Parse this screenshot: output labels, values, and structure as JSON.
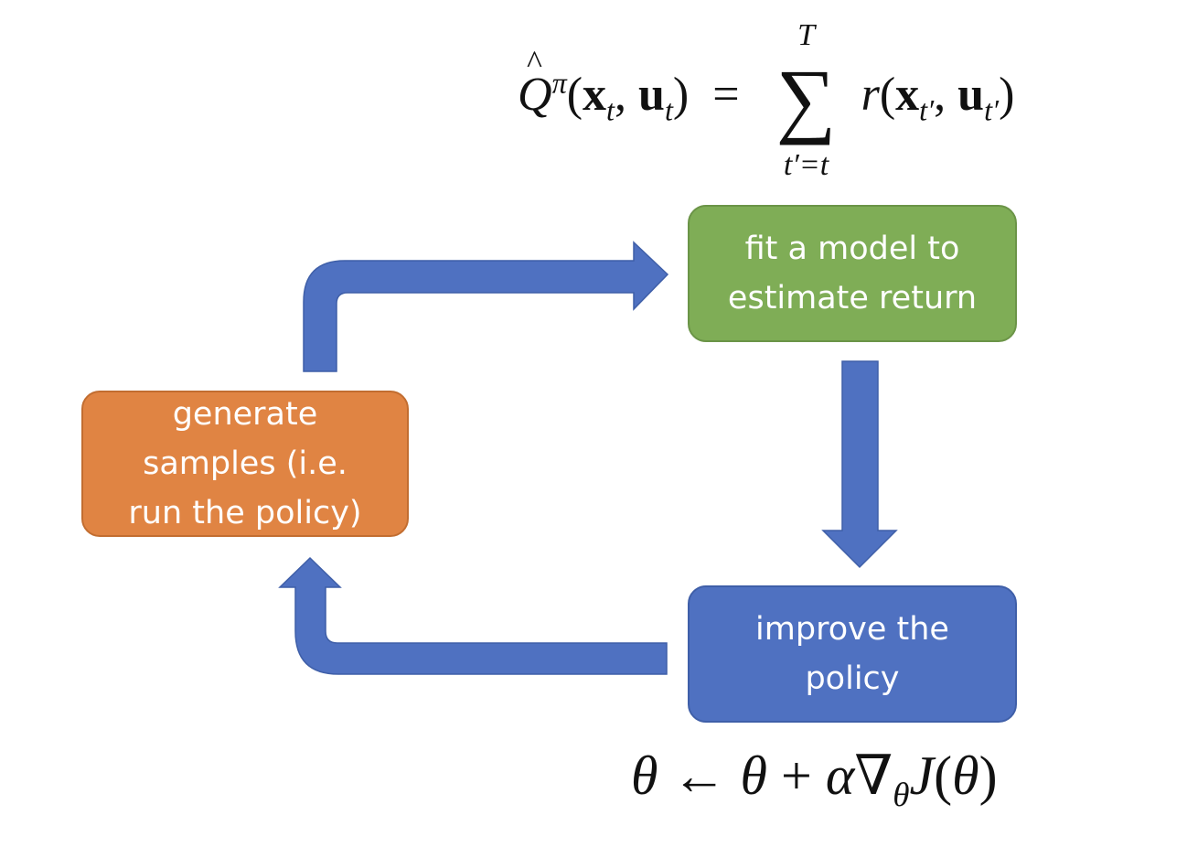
{
  "colors": {
    "fit_box": "#7fad56",
    "fit_border": "#6b9447",
    "generate_box": "#e08443",
    "generate_border": "#c26d30",
    "improve_box": "#4f71c1",
    "improve_border": "#3f5fa8",
    "arrow": "#4f71c1"
  },
  "formulas": {
    "q_hat": "Q",
    "q_pi": "π",
    "q_args": "(x_t, u_t)",
    "sum_upper": "T",
    "sum_lower": "t′=t",
    "q_rhs": "r(x_t′, u_t′)",
    "theta_update": "θ ← θ + α∇_θ J(θ)"
  },
  "boxes": {
    "fit": {
      "line1": "fit a model to",
      "line2": "estimate return"
    },
    "generate": {
      "line1": "generate",
      "line2": "samples (i.e.",
      "line3": "run the policy)"
    },
    "improve": {
      "line1": "improve the",
      "line2": "policy"
    }
  }
}
